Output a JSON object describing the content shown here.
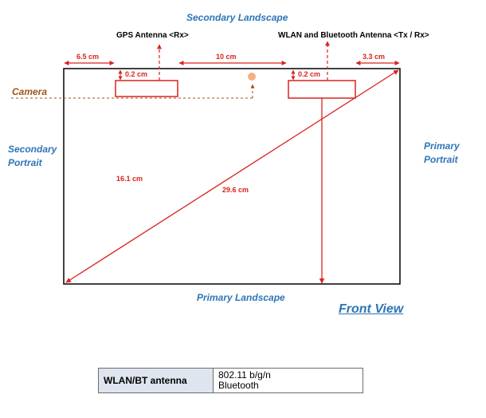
{
  "labels": {
    "secondary_landscape": "Secondary Landscape",
    "primary_landscape": "Primary Landscape",
    "secondary_portrait_line1": "Secondary",
    "secondary_portrait_line2": "Portrait",
    "primary_portrait_line1": "Primary",
    "primary_portrait_line2": "Portrait",
    "gps_antenna": "GPS Antenna <Rx>",
    "wlan_antenna": "WLAN and Bluetooth Antenna <Tx / Rx>",
    "camera": "Camera",
    "front_view": "Front View"
  },
  "dimensions": {
    "left_offset": "6.5 cm",
    "antenna_spacing": "10 cm",
    "right_offset": "3.3 cm",
    "gps_depth": "0.2 cm",
    "wlan_depth": "0.2 cm",
    "height": "16.1 cm",
    "diagonal": "29.6 cm"
  },
  "spec_table": {
    "key": "WLAN/BT antenna",
    "value_line1": "802.11 b/g/n",
    "value_line2": "Bluetooth"
  },
  "colors": {
    "dimension_red": "#d9231c",
    "label_blue": "#2e75b6",
    "camera_brown": "#a0521c",
    "camera_dot": "#f4b183"
  }
}
